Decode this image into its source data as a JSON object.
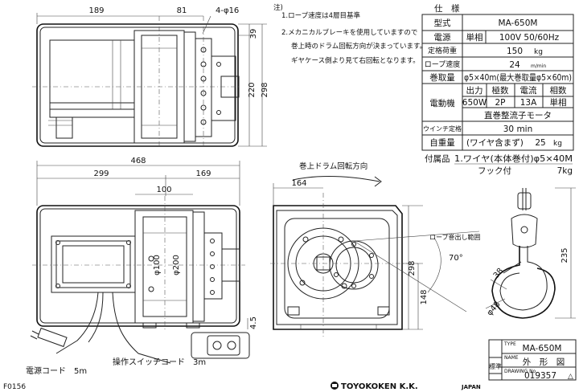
{
  "notes": {
    "superscript": "注)",
    "n1": "1.ロープ速度は4層目基準",
    "n2": "2.メカニカルブレーキを使用していますので",
    "n3": "巻上時のドラム回転方向が決まっています。",
    "n4": "ギヤケース側より見て右回転となります。"
  },
  "spec": {
    "title": "仕　様",
    "rows": {
      "model_label": "型式",
      "model_value": "MA-650M",
      "power_label": "電源",
      "power_phase": "単相",
      "power_value": "100V 50/60Hz",
      "load_label": "定格荷重",
      "load_value": "150",
      "load_unit": "kg",
      "speed_label": "ロープ速度",
      "speed_value": "24",
      "speed_unit": "m/min",
      "capacity_label": "巻取量",
      "capacity_value": "φ5×40m(最大巻取量φ5×60m)",
      "motor_label": "電動機",
      "motor_h_output": "出力",
      "motor_h_poles": "極数",
      "motor_h_current": "電流",
      "motor_h_phase": "相数",
      "motor_output": "650W",
      "motor_poles": "2P",
      "motor_current": "13A",
      "motor_phase": "単相",
      "motor_type": "直巻整流子モータ",
      "rating_label": "ウインチ定格",
      "rating_value": "30 min",
      "weight_label": "自重量",
      "weight_note": "(ワイヤ含まず)",
      "weight_value": "25",
      "weight_unit": "kg"
    },
    "accessories_label": "付属品",
    "acc1": "1.ワイヤ(本体巻付)φ5×40M",
    "acc2": "フック付",
    "acc2_value": "7kg"
  },
  "dims": {
    "top_189": "189",
    "top_81": "81",
    "top_holes": "4-φ16",
    "v39": "39",
    "v220": "220",
    "v298": "298",
    "front_468": "468",
    "front_299": "299",
    "front_169": "169",
    "front_100": "100",
    "dia100": "φ100",
    "dia200": "φ200",
    "v45": "4.5",
    "side_164": "164",
    "side_298": "298",
    "side_148": "148",
    "angle_70": "70°",
    "hook_235": "235",
    "hook_38": "38",
    "hook_dia48": "φ48"
  },
  "labels": {
    "drum_direction": "巻上ドラム回転方向",
    "rope_range": "ロープ巻出し範囲",
    "power_cord": "電源コード　5m",
    "switch_cord": "操作スイッチコード　3m",
    "standard_stamp": "標準",
    "drawing_code": "F0156",
    "company": "TOYOKOKEN  K.K.",
    "company_country": "JAPAN"
  },
  "title_block": {
    "type_label": "TYPE",
    "type_value": "MA-650M",
    "name_label": "NAME",
    "name_value": "外　形　図",
    "drawing_no_label": "DRAWING No.",
    "drawing_no_value": "019357",
    "revision": "△"
  }
}
